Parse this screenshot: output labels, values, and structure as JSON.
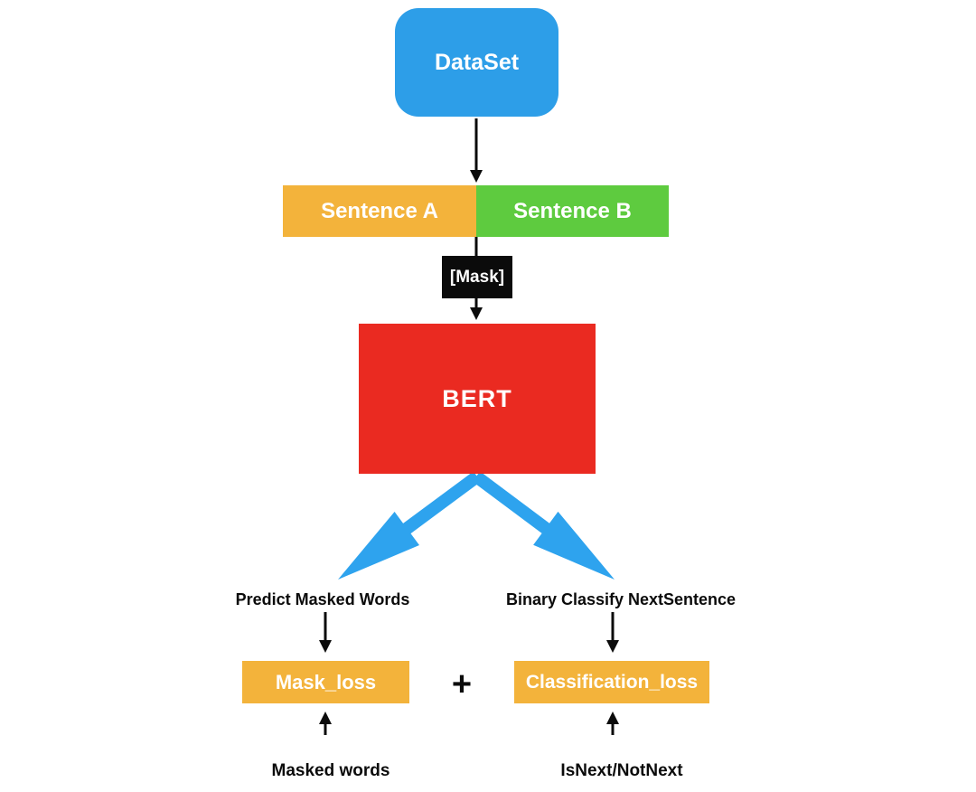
{
  "diagram": {
    "description": "BERT pre-training flow: dataset split into sentence pair, masked, fed to BERT, producing masked-word prediction loss and next-sentence classification loss",
    "nodes": {
      "dataset": {
        "label": "DataSet"
      },
      "sentence_a": {
        "label": "Sentence A"
      },
      "sentence_b": {
        "label": "Sentence B"
      },
      "mask": {
        "label": "[Mask]"
      },
      "bert": {
        "label": "BERT"
      },
      "predict_masked": {
        "label": "Predict Masked Words"
      },
      "binary_classify": {
        "label": "Binary Classify NextSentence"
      },
      "mask_loss": {
        "label": "Mask_loss"
      },
      "plus": {
        "label": "+"
      },
      "classification_loss": {
        "label": "Classification_loss"
      },
      "masked_words": {
        "label": "Masked words"
      },
      "isnext": {
        "label": "IsNext/NotNext"
      }
    }
  },
  "colors": {
    "blue": "#2d9ee8",
    "arrow-blue": "#2ea3ee",
    "orange": "#f3b33b",
    "green": "#5ecb3f",
    "red": "#ea2a21",
    "black": "#0b0b0b"
  }
}
